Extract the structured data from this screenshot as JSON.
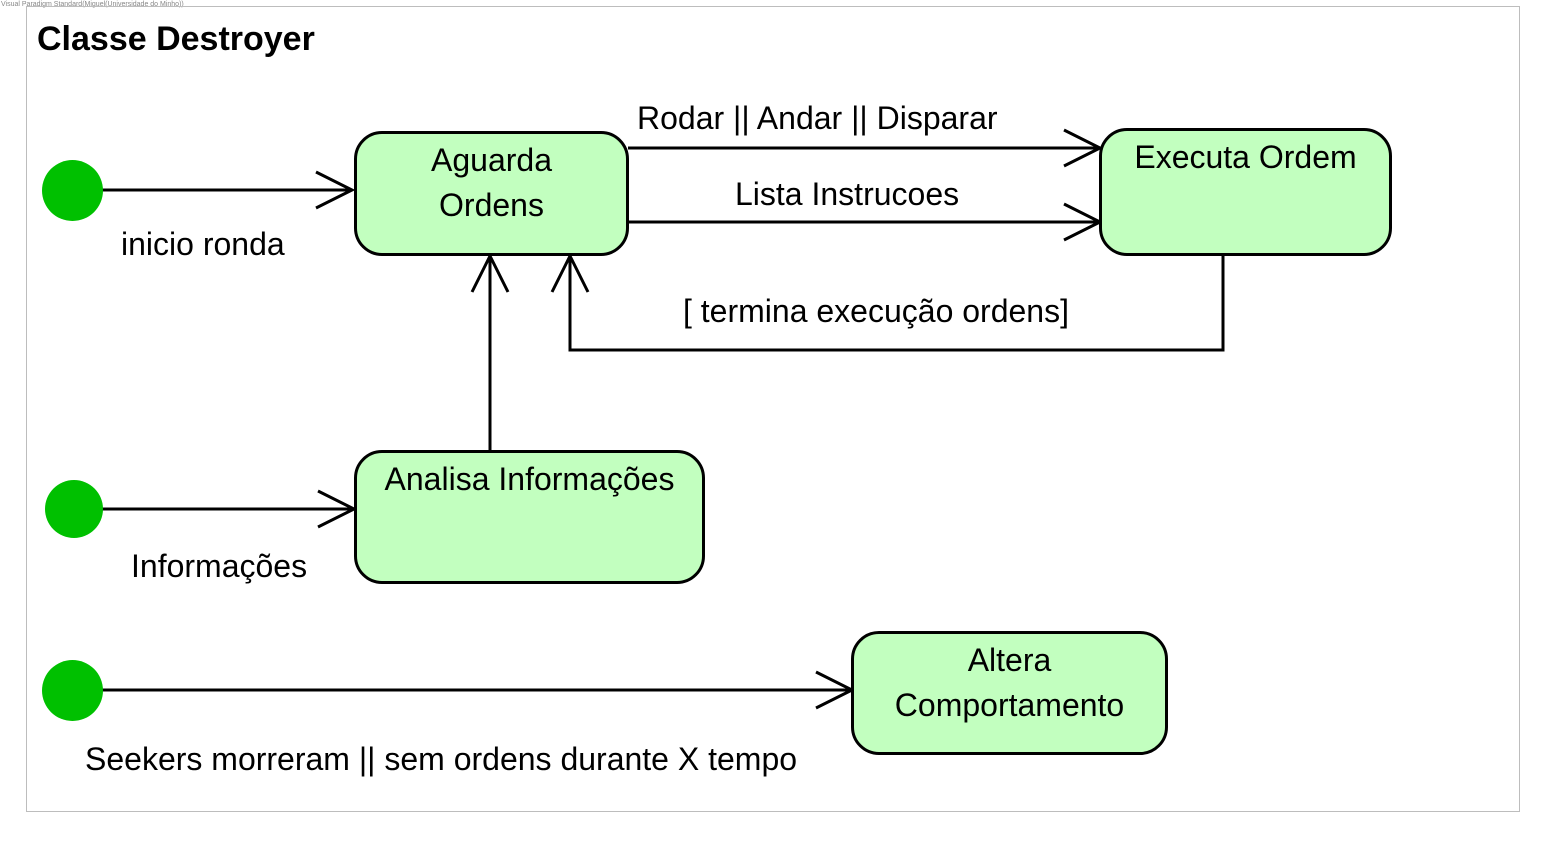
{
  "watermark": "Visual Paradigm Standard(Miguel(Universidade do Minho))",
  "title": "Classe Destroyer",
  "states": {
    "aguarda_ordens": [
      "Aguarda",
      "Ordens"
    ],
    "executa_ordem": [
      "Executa Ordem"
    ],
    "analisa_informacoes": [
      "Analisa Informações"
    ],
    "altera_comportamento": [
      "Altera",
      "Comportamento"
    ]
  },
  "transitions": {
    "inicio_ronda": "inicio ronda",
    "rodar_andar_disparar": "Rodar || Andar || Disparar",
    "lista_instrucoes": "Lista Instrucoes",
    "termina_execucao": "[ termina execução ordens]",
    "informacoes": "Informações",
    "seekers_morreram": "Seekers morreram || sem ordens durante X tempo"
  },
  "colors": {
    "state_fill": "#c2ffbf",
    "initial_fill": "#00c000",
    "stroke": "#000000"
  }
}
